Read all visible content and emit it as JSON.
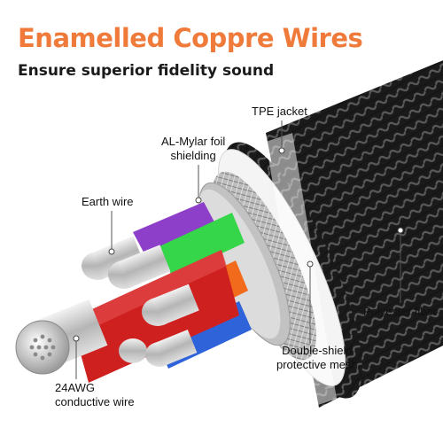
{
  "header": {
    "title": "Enamelled Coppre Wires",
    "subtitle": "Ensure superior fidelity sound"
  },
  "labels": {
    "tpe_jacket": "TPE jacket",
    "al_mylar_line1": "AL-Mylar foil",
    "al_mylar_line2": "shielding",
    "earth_wire": "Earth wire",
    "polyester_fiber": "Polyester fiber",
    "double_shield_line1": "Double-shield",
    "double_shield_line2": "protective mesh",
    "awg_line1": "24AWG",
    "awg_line2": "conductive wire"
  },
  "colors": {
    "title_orange": "#EF7A3A",
    "jacket_black": "#1c1c1c",
    "tpe_white": "#f4f4f4",
    "wire_purple": "#8e3fc9",
    "wire_green": "#35d64a",
    "wire_orange": "#f26a1b",
    "wire_red": "#cf2020",
    "wire_blue": "#2f63d9",
    "copper_silver": "#c9c9c9"
  }
}
